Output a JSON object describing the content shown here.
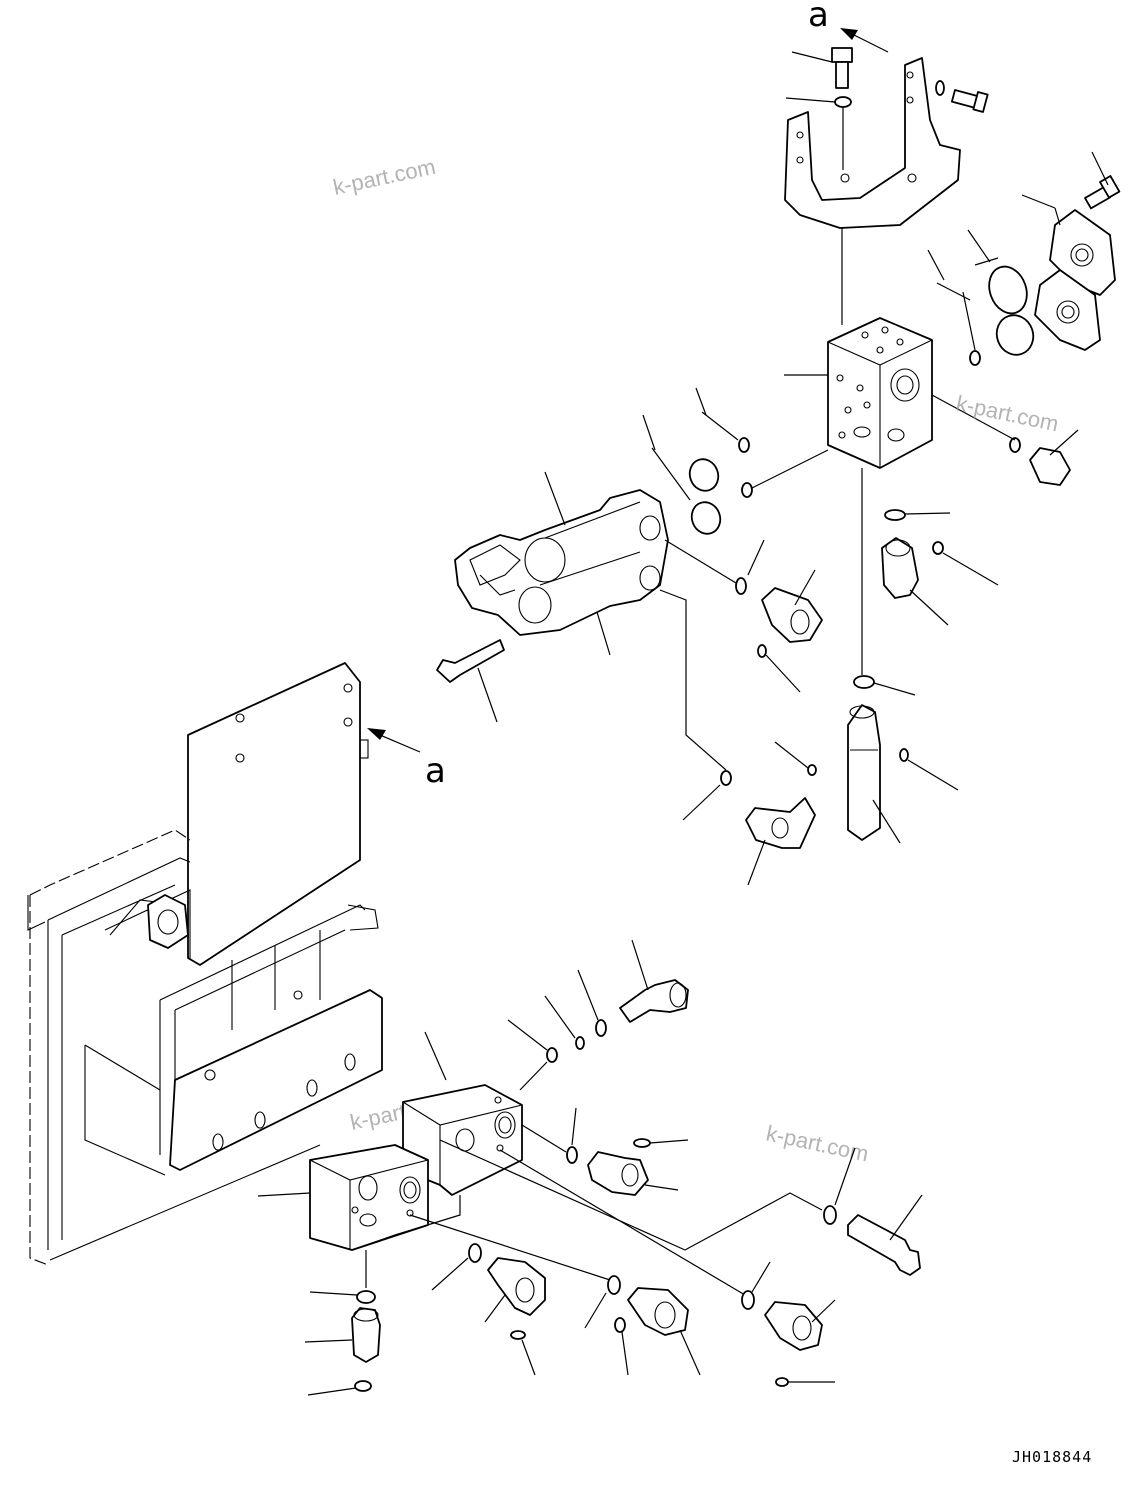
{
  "view_marks": {
    "upper": "a",
    "lower": "a"
  },
  "watermarks": [
    "k-part.com",
    "k-part.com",
    "k-part.com",
    "k-part.com"
  ],
  "drawing_code": "JH018844"
}
